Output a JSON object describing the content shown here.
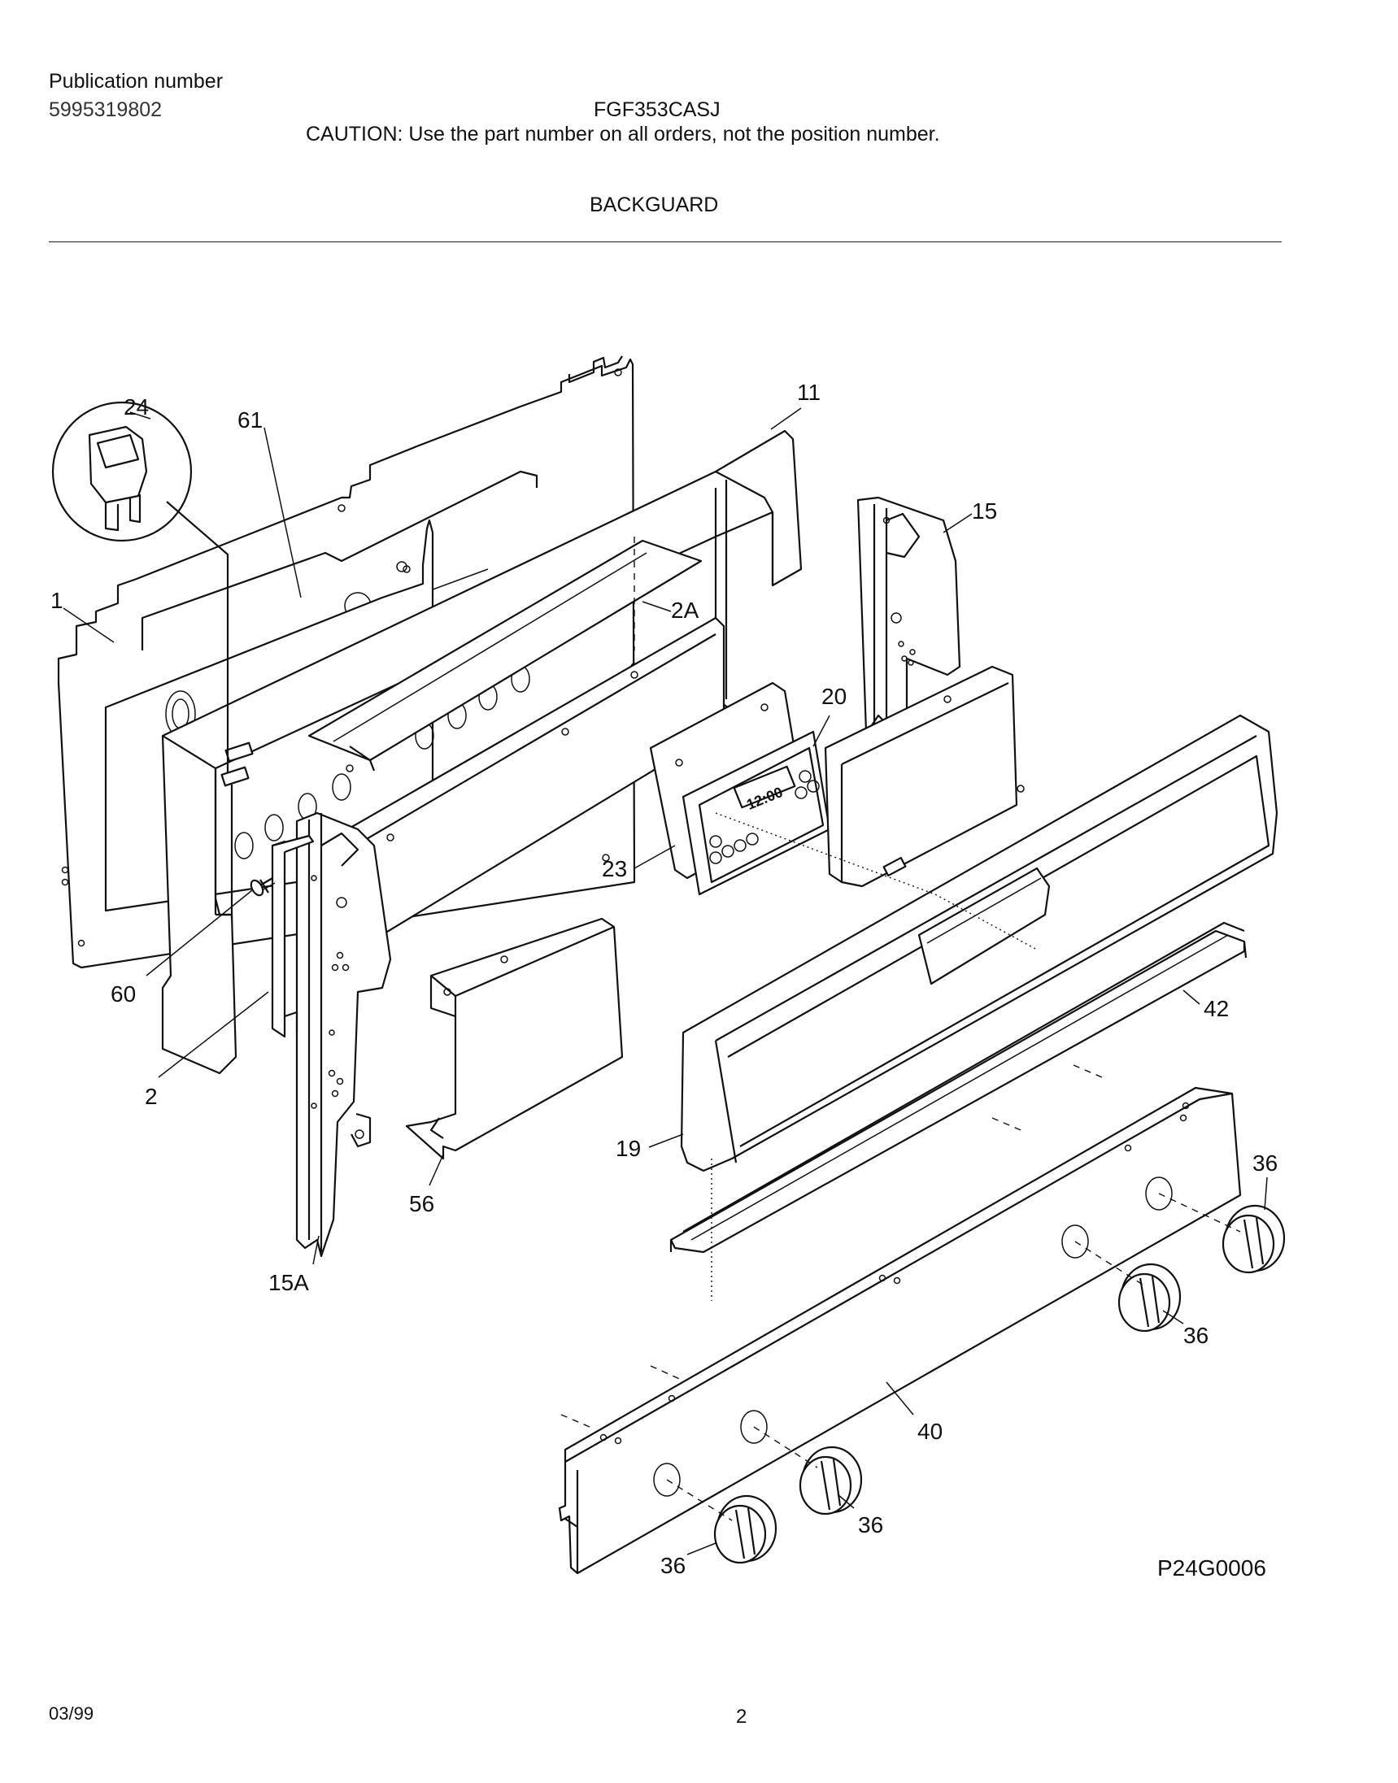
{
  "header": {
    "publication_label": "Publication number",
    "publication_number": "5995319802",
    "model": "FGF353CASJ",
    "caution": "CAUTION:  Use the part number on all orders, not the position number.",
    "section_title": "BACKGUARD"
  },
  "diagram": {
    "callouts": {
      "p24": "24",
      "p61": "61",
      "p1": "1",
      "p11": "11",
      "p15": "15",
      "p2A": "2A",
      "p20": "20",
      "p23": "23",
      "p60": "60",
      "p2": "2",
      "p42": "42",
      "p19": "19",
      "p56": "56",
      "p36a": "36",
      "p36b": "36",
      "p36c": "36",
      "p36d": "36",
      "p15A": "15A",
      "p40": "40"
    },
    "clock_display": "12:00",
    "figure_code": "P24G0006"
  },
  "footer": {
    "date": "03/99",
    "page": "2"
  }
}
